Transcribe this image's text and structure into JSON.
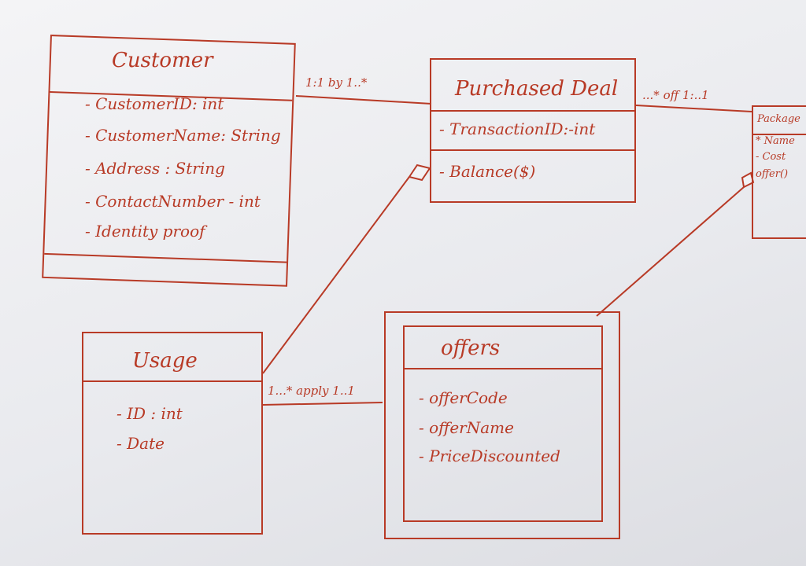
{
  "classes": {
    "customer": {
      "name": "Customer",
      "attributes": [
        "- CustomerID: int",
        "- CustomerName: String",
        "- Address : String",
        "- ContactNumber - int",
        "- Identity proof"
      ]
    },
    "purchased_deal": {
      "name": "Purchased Deal",
      "attributes": [
        "- TransactionID:-int",
        "- Balance($)"
      ]
    },
    "package": {
      "name": "Package",
      "attributes": [
        "* Name",
        "- Cost",
        "offer()"
      ]
    },
    "usage": {
      "name": "Usage",
      "attributes": [
        "- ID : int",
        "- Date"
      ]
    },
    "offers": {
      "name": "offers",
      "attributes": [
        "- offerCode",
        "- offerName",
        "- PriceDiscounted"
      ]
    }
  },
  "relations": {
    "customer_deal": "1:1 by 1..*",
    "deal_package": "...* off 1:..1",
    "usage_offers": "1...* apply 1..1"
  },
  "colors": {
    "ink": "#b83a26",
    "paper": "#f2f2f4"
  }
}
